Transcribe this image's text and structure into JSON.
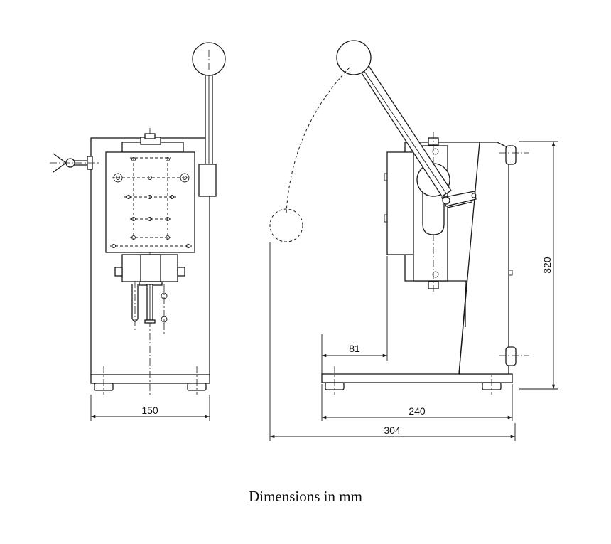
{
  "caption": "Dimensions in mm",
  "dimensions": {
    "front_width": "150",
    "throat_depth": "81",
    "base_length": "240",
    "overall_length": "304",
    "overall_height": "320"
  }
}
